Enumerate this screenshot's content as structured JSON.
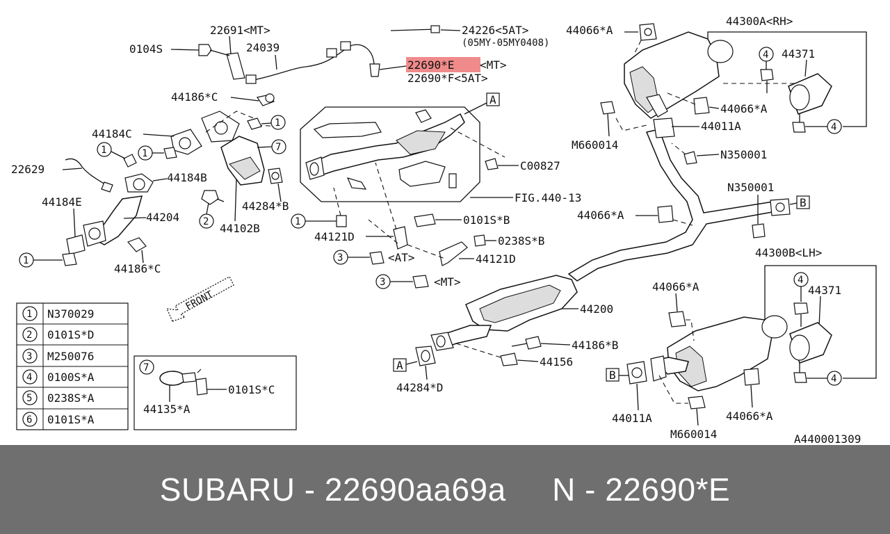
{
  "diagram": {
    "ref_code": "A440001309",
    "front_label": "FRONT",
    "labels": {
      "p22691": "22691<MT>",
      "p0104s": "0104S",
      "p24039": "24039",
      "p24226": "24226<5AT>",
      "p24226b": "(05MY-05MY0408)",
      "p22690e": "22690*E",
      "p22690e_suffix": "<MT>",
      "p22690f": "22690*F<5AT>",
      "p44186c_top": "44186*C",
      "p44184c": "44184C",
      "p22629": "22629",
      "p44184b": "44184B",
      "p44184e": "44184E",
      "p44204": "44204",
      "p44102b": "44102B",
      "p44284b": "44284*B",
      "p44186c_bot": "44186*C",
      "box_a": "A",
      "pC00827": "C00827",
      "pFIG": "FIG.440-13",
      "p44121d_a": "44121D",
      "p0101sb": "0101S*B",
      "p0238sb": "0238S*B",
      "pAT": "<AT>",
      "p44121d_b": "44121D",
      "pMT": "<MT>",
      "p44066a_1": "44066*A",
      "p44300a": "44300A<RH>",
      "p44371_a": "44371",
      "p44066a_2": "44066*A",
      "p44011a_a": "44011A",
      "pM660014_a": "M660014",
      "pN350001_a": "N350001",
      "pN350001_b": "N350001",
      "box_b": "B",
      "p44066a_3": "44066*A",
      "p44300b": "44300B<LH>",
      "p44371_b": "44371",
      "p44066a_4": "44066*A",
      "p44200": "44200",
      "p44186b": "44186*B",
      "p44156": "44156",
      "p44284d": "44284*D",
      "p44011a_b": "44011A",
      "pM660014_b": "M660014",
      "p44066a_5": "44066*A",
      "p44135a": "44135*A",
      "p0101sc": "0101S*C",
      "num1": "1",
      "num2": "2",
      "num3": "3",
      "num4": "4",
      "num7": "7"
    },
    "legend": [
      {
        "num": "1",
        "code": "N370029"
      },
      {
        "num": "2",
        "code": "0101S*D"
      },
      {
        "num": "3",
        "code": "M250076"
      },
      {
        "num": "4",
        "code": "0100S*A"
      },
      {
        "num": "5",
        "code": "0238S*A"
      },
      {
        "num": "6",
        "code": "0101S*A"
      }
    ],
    "highlight_color": "#f08b8b"
  },
  "footer": {
    "text": "SUBARU - 22690aa69a     N - 22690*E",
    "background": "#6f6f6f"
  }
}
